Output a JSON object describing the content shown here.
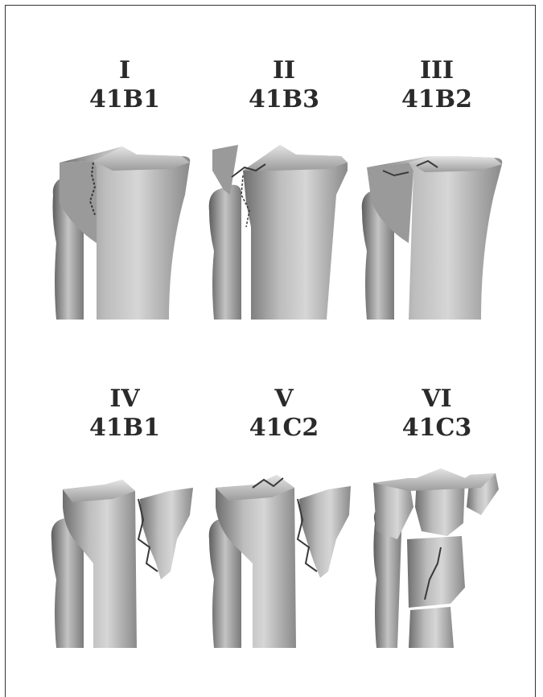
{
  "figure": {
    "panels": [
      {
        "roman": "I",
        "code": "41B1",
        "variant": "vertical-split"
      },
      {
        "roman": "II",
        "code": "41B3",
        "variant": "split-depression"
      },
      {
        "roman": "III",
        "code": "41B2",
        "variant": "depression"
      },
      {
        "roman": "IV",
        "code": "41B1",
        "variant": "medial"
      },
      {
        "roman": "V",
        "code": "41C2",
        "variant": "bicondylar"
      },
      {
        "roman": "VI",
        "code": "41C3",
        "variant": "metaphyseal-dissociation"
      }
    ]
  },
  "colors": {
    "bone_light": "#d6d6d6",
    "bone_mid": "#a8a8a8",
    "bone_dark": "#6e6e6e",
    "fracture_line": "#3a3a3a",
    "text": "#2a2a2a"
  }
}
